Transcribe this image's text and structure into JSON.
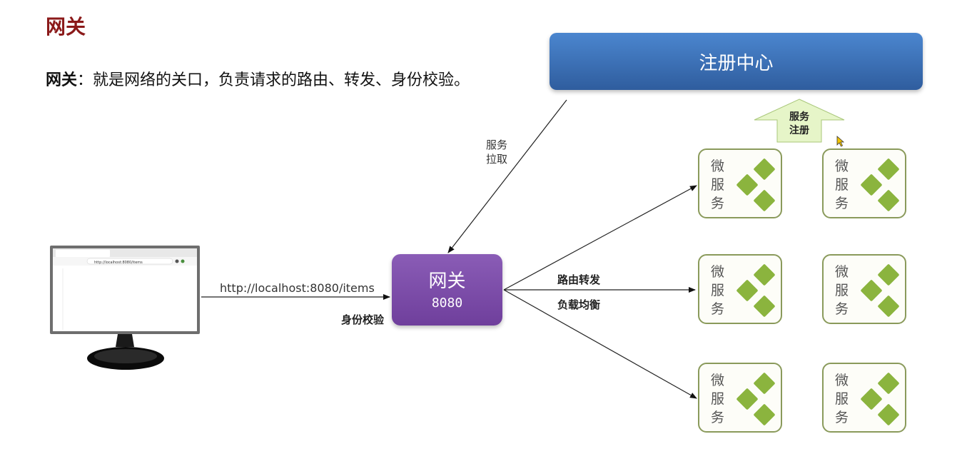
{
  "page": {
    "title": "网关",
    "definition_term": "网关",
    "definition_text": "：就是网络的关口，负责请求的路由、转发、身份校验。"
  },
  "registry": {
    "label": "注册中心"
  },
  "gateway": {
    "name": "网关",
    "port": "8080"
  },
  "labels": {
    "service_pull_line1": "服务",
    "service_pull_line2": "拉取",
    "service_register_line1": "服务",
    "service_register_line2": "注册",
    "request_url": "http://localhost:8080/items",
    "auth": "身份校验",
    "routing": "路由转发",
    "load_balance": "负载均衡"
  },
  "services": [
    {
      "line1": "微",
      "line2": "服",
      "line3": "务"
    },
    {
      "line1": "微",
      "line2": "服",
      "line3": "务"
    },
    {
      "line1": "微",
      "line2": "服",
      "line3": "务"
    },
    {
      "line1": "微",
      "line2": "服",
      "line3": "务"
    },
    {
      "line1": "微",
      "line2": "服",
      "line3": "务"
    },
    {
      "line1": "微",
      "line2": "服",
      "line3": "务"
    }
  ],
  "browser": {
    "url": "http://localhost:8080/items"
  },
  "colors": {
    "title": "#8b1a1a",
    "registry": "#3b6fb6",
    "gateway": "#7d4ea8",
    "service_border": "#8a9a5b",
    "service_diamond": "#8bb43e",
    "register_arrow": "#e6f5c8"
  },
  "icons": [
    "monitor-icon",
    "diamond-icon",
    "cursor-icon"
  ]
}
